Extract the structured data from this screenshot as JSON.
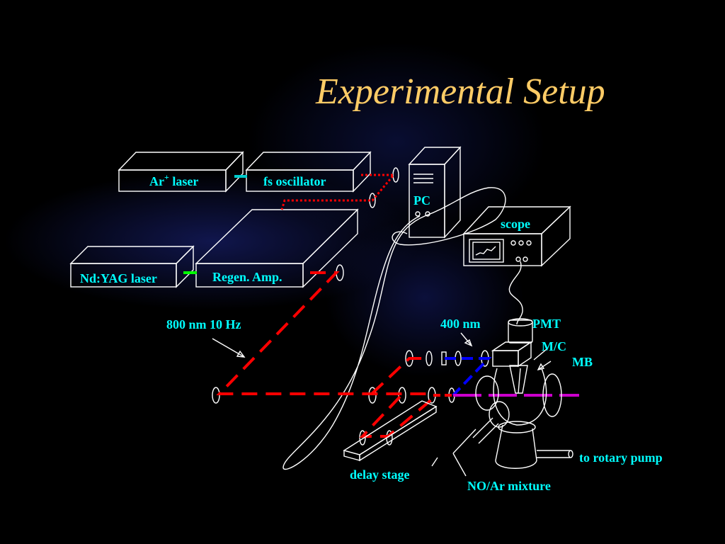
{
  "title": "Experimental Setup",
  "colors": {
    "title": "#ffcc66",
    "label": "#00ffff",
    "outline": "#ffffff",
    "beam_800nm": "#ff0000",
    "beam_400nm": "#0000ff",
    "molecular_beam": "#cc00cc",
    "ar_link": "#00cccc",
    "yag_link": "#00ff00"
  },
  "labels": {
    "ar_laser": "Ar",
    "ar_laser_sup": "+",
    "ar_laser_suffix": " laser",
    "fs_oscillator": "fs oscillator",
    "nd_yag_laser": "Nd:YAG laser",
    "regen_amp": "Regen. Amp.",
    "pc": "PC",
    "scope": "scope",
    "beam_800": "800 nm 10 Hz",
    "beam_400": "400 nm",
    "pmt": "PMT",
    "mc": "M/C",
    "mb": "MB",
    "delay_stage": "delay stage",
    "no_ar_mixture": "NO/Ar mixture",
    "rotary_pump": "to rotary pump"
  },
  "icons": [
    "pc-tower-icon",
    "oscilloscope-icon",
    "mirror-icon",
    "vacuum-chamber-icon"
  ]
}
